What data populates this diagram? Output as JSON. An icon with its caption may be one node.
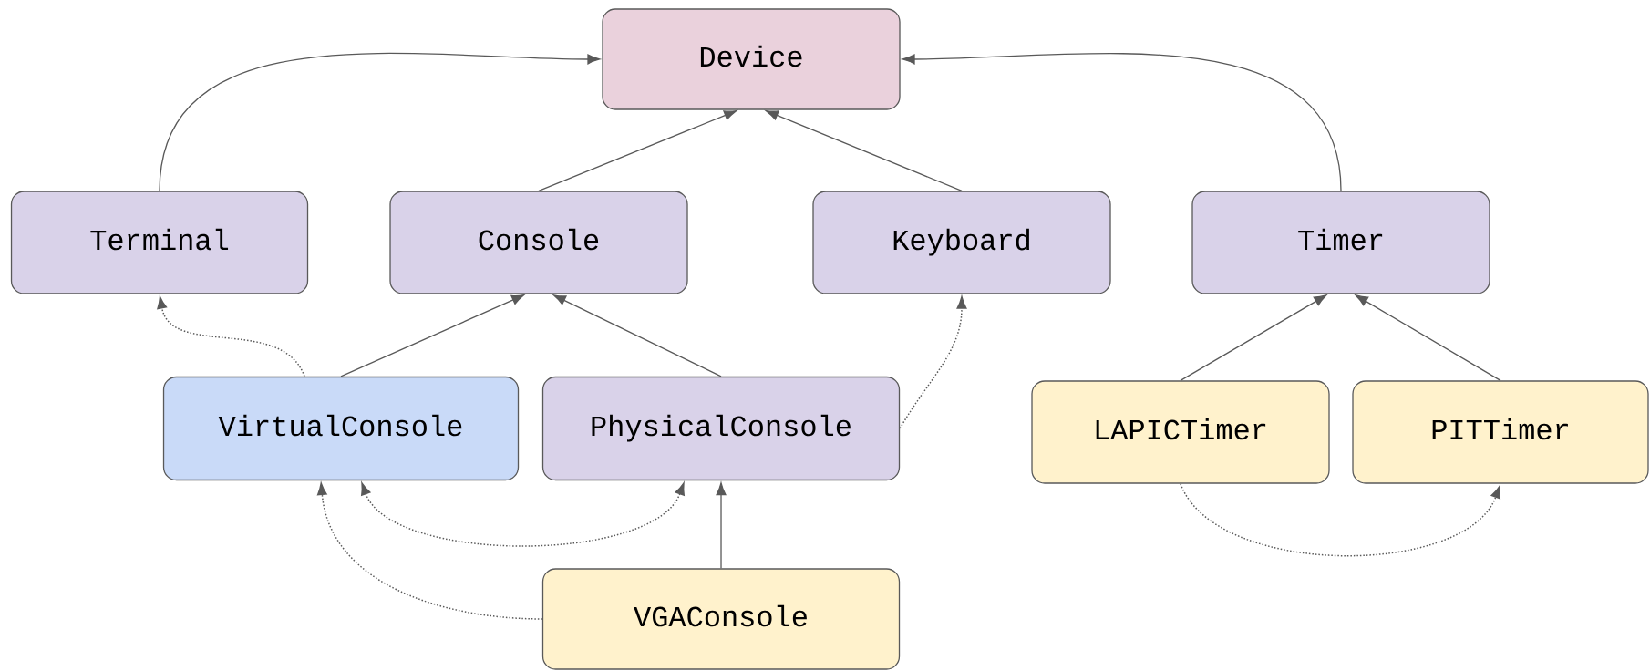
{
  "diagram": {
    "nodes": [
      {
        "text": [
          "Device"
        ]
      },
      {
        "text": [
          "Terminal"
        ]
      },
      {
        "text": [
          "Console"
        ]
      },
      {
        "text": [
          "Keyboard"
        ]
      },
      {
        "text": [
          "Timer"
        ]
      },
      {
        "text": [
          "VirtualConsole"
        ]
      },
      {
        "text": [
          "PhysicalConsole"
        ]
      },
      {
        "text": [
          "LAPICTimer"
        ]
      },
      {
        "text": [
          "PITTimer"
        ]
      },
      {
        "text": [
          "VGAConsole"
        ]
      }
    ],
    "edges": [
      {
        "from": 1,
        "to": 0,
        "arrow": "to"
      },
      {
        "from": 2,
        "to": 0,
        "arrow": "to"
      },
      {
        "from": 3,
        "to": 0,
        "arrow": "to"
      },
      {
        "from": 4,
        "to": 0,
        "arrow": "to"
      },
      {
        "from": 5,
        "to": 2,
        "arrow": "to"
      },
      {
        "from": 6,
        "to": 2,
        "arrow": "to"
      },
      {
        "from": 5,
        "to": 1,
        "arrow": "to",
        "style": "dashed"
      },
      {
        "from": 6,
        "to": 3,
        "arrow": "to",
        "style": "dashed"
      },
      {
        "from": 7,
        "to": 4,
        "arrow": "to"
      },
      {
        "from": 8,
        "to": 4,
        "arrow": "to"
      },
      {
        "from": 9,
        "to": 6,
        "arrow": "to"
      },
      {
        "from": 9,
        "to": 5,
        "arrow": "to",
        "style": "dashed"
      },
      {
        "from": 6,
        "to": 5,
        "arrow": "both",
        "style": "dashed"
      },
      {
        "from": 7,
        "to": 8,
        "arrow": "to",
        "style": "dashed"
      }
    ]
  }
}
